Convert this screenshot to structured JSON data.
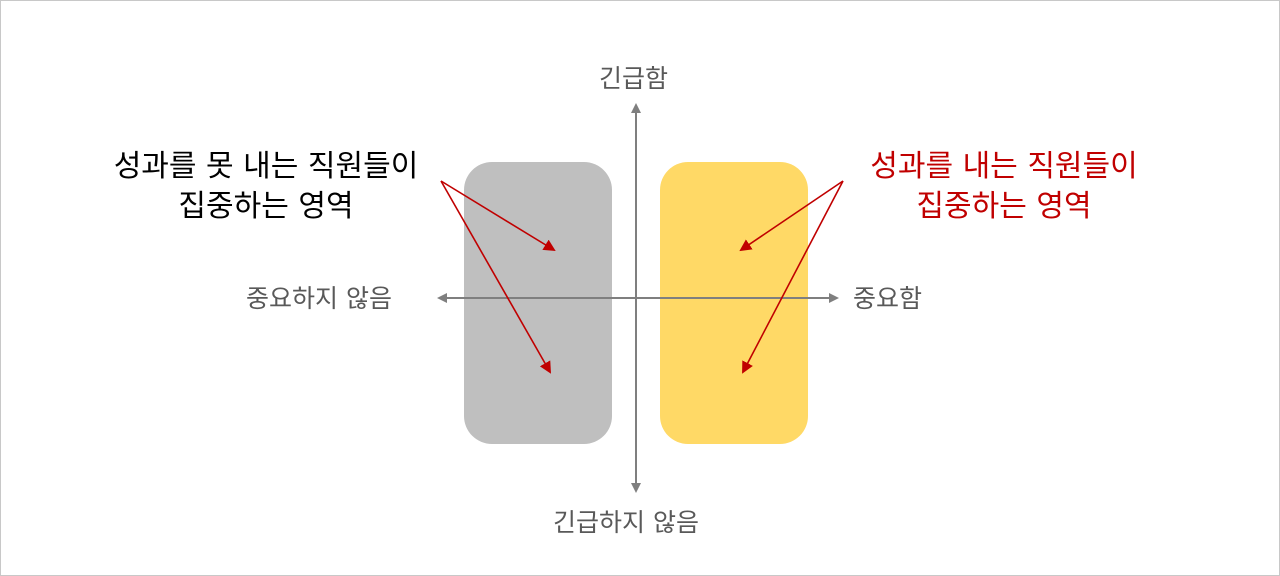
{
  "colors": {
    "left_region": "#bfbfbf",
    "right_region": "#ffd966",
    "axis": "#7f7f7f",
    "arrow": "#c00000",
    "axis_label": "#595959",
    "left_text": "#000000",
    "right_text": "#c00000"
  },
  "axes": {
    "top": "긴급함",
    "bottom": "긴급하지 않음",
    "left": "중요하지 않음",
    "right": "중요함"
  },
  "callouts": {
    "left": {
      "line1": "성과를 못 내는 직원들이",
      "line2": "집중하는 영역"
    },
    "right": {
      "line1": "성과를 내는 직원들이",
      "line2": "집중하는 영역"
    }
  }
}
